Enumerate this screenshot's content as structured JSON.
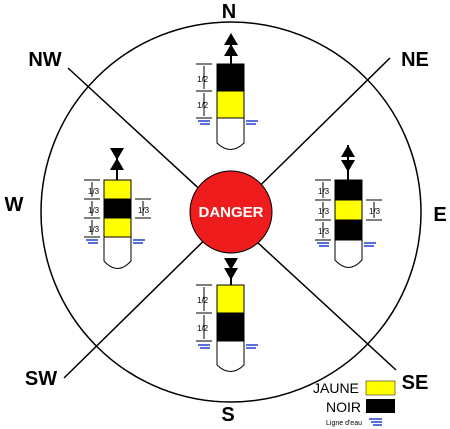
{
  "directions": {
    "n": "N",
    "ne": "NE",
    "e": "E",
    "se": "SE",
    "s": "S",
    "sw": "SW",
    "w": "W",
    "nw": "NW"
  },
  "center": {
    "label": "DANGER"
  },
  "fractions": {
    "half": "1/2",
    "third": "1/3"
  },
  "legend": {
    "yellow": "JAUNE",
    "black": "NOIR",
    "waterline": "Ligne d'eau"
  },
  "colors": {
    "yellow": "#ffff00",
    "black": "#000000",
    "danger": "#ee1c1c",
    "water": "#1f3fcf"
  }
}
